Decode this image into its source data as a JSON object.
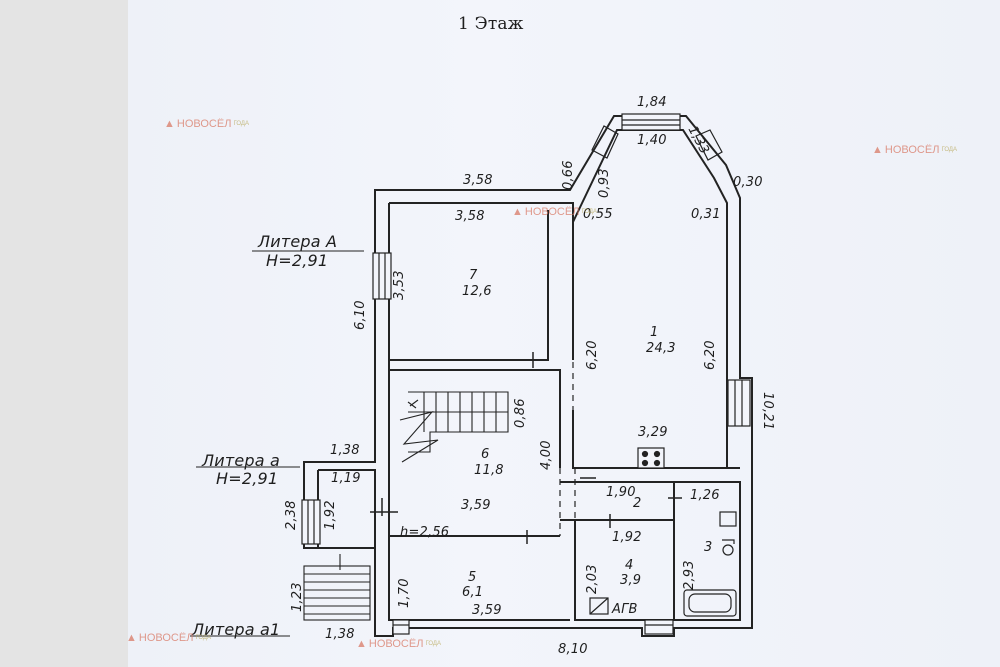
{
  "title": "1 Этаж",
  "watermark": {
    "brand": "НОВОСЁЛ",
    "sub": "ГОДА"
  },
  "liters": [
    {
      "name": "Литера А",
      "height": "H=2,91"
    },
    {
      "name": "Литера а",
      "height": "H=2,91"
    },
    {
      "name": "Литера а1"
    }
  ],
  "rooms": [
    {
      "number": "1",
      "area": "24,3"
    },
    {
      "number": "2"
    },
    {
      "number": "3"
    },
    {
      "number": "4",
      "area": "3,9"
    },
    {
      "number": "5",
      "area": "6,1"
    },
    {
      "number": "6",
      "area": "11,8"
    },
    {
      "number": "7",
      "area": "12,6"
    }
  ],
  "dimensions": {
    "bay_top": "1,84",
    "bay_inner": "1,40",
    "bay_right": "1,33",
    "bay_left": "0,93",
    "corner_066": "0,66",
    "corner_030": "0,30",
    "corner_055": "0,55",
    "corner_031": "0,31",
    "top_outer": "3,58",
    "room7_width": "3,58",
    "room7_height": "3,53",
    "left_total": "6,10",
    "room1_left": "6,20",
    "room1_right": "6,20",
    "right_total": "10,21",
    "room1_width": "3,29",
    "stair_086": "0,86",
    "hall_height": "4,00",
    "hall_width": "3,59",
    "hall_h": "h=2,56",
    "litera_a_top": "1,38",
    "litera_a_inner": "1,19",
    "litera_a_192": "1,92",
    "litera_a_238": "2,38",
    "litera_a1_123": "1,23",
    "litera_a1_138": "1,38",
    "room2_width": "1,90",
    "room3_width": "1,26",
    "room3_height": "2,93",
    "room4_width": "1,92",
    "room4_height": "2,03",
    "room5_height": "1,70",
    "room5_width": "3,59",
    "bottom_total": "8,10"
  },
  "equipment_label": "АГВ"
}
